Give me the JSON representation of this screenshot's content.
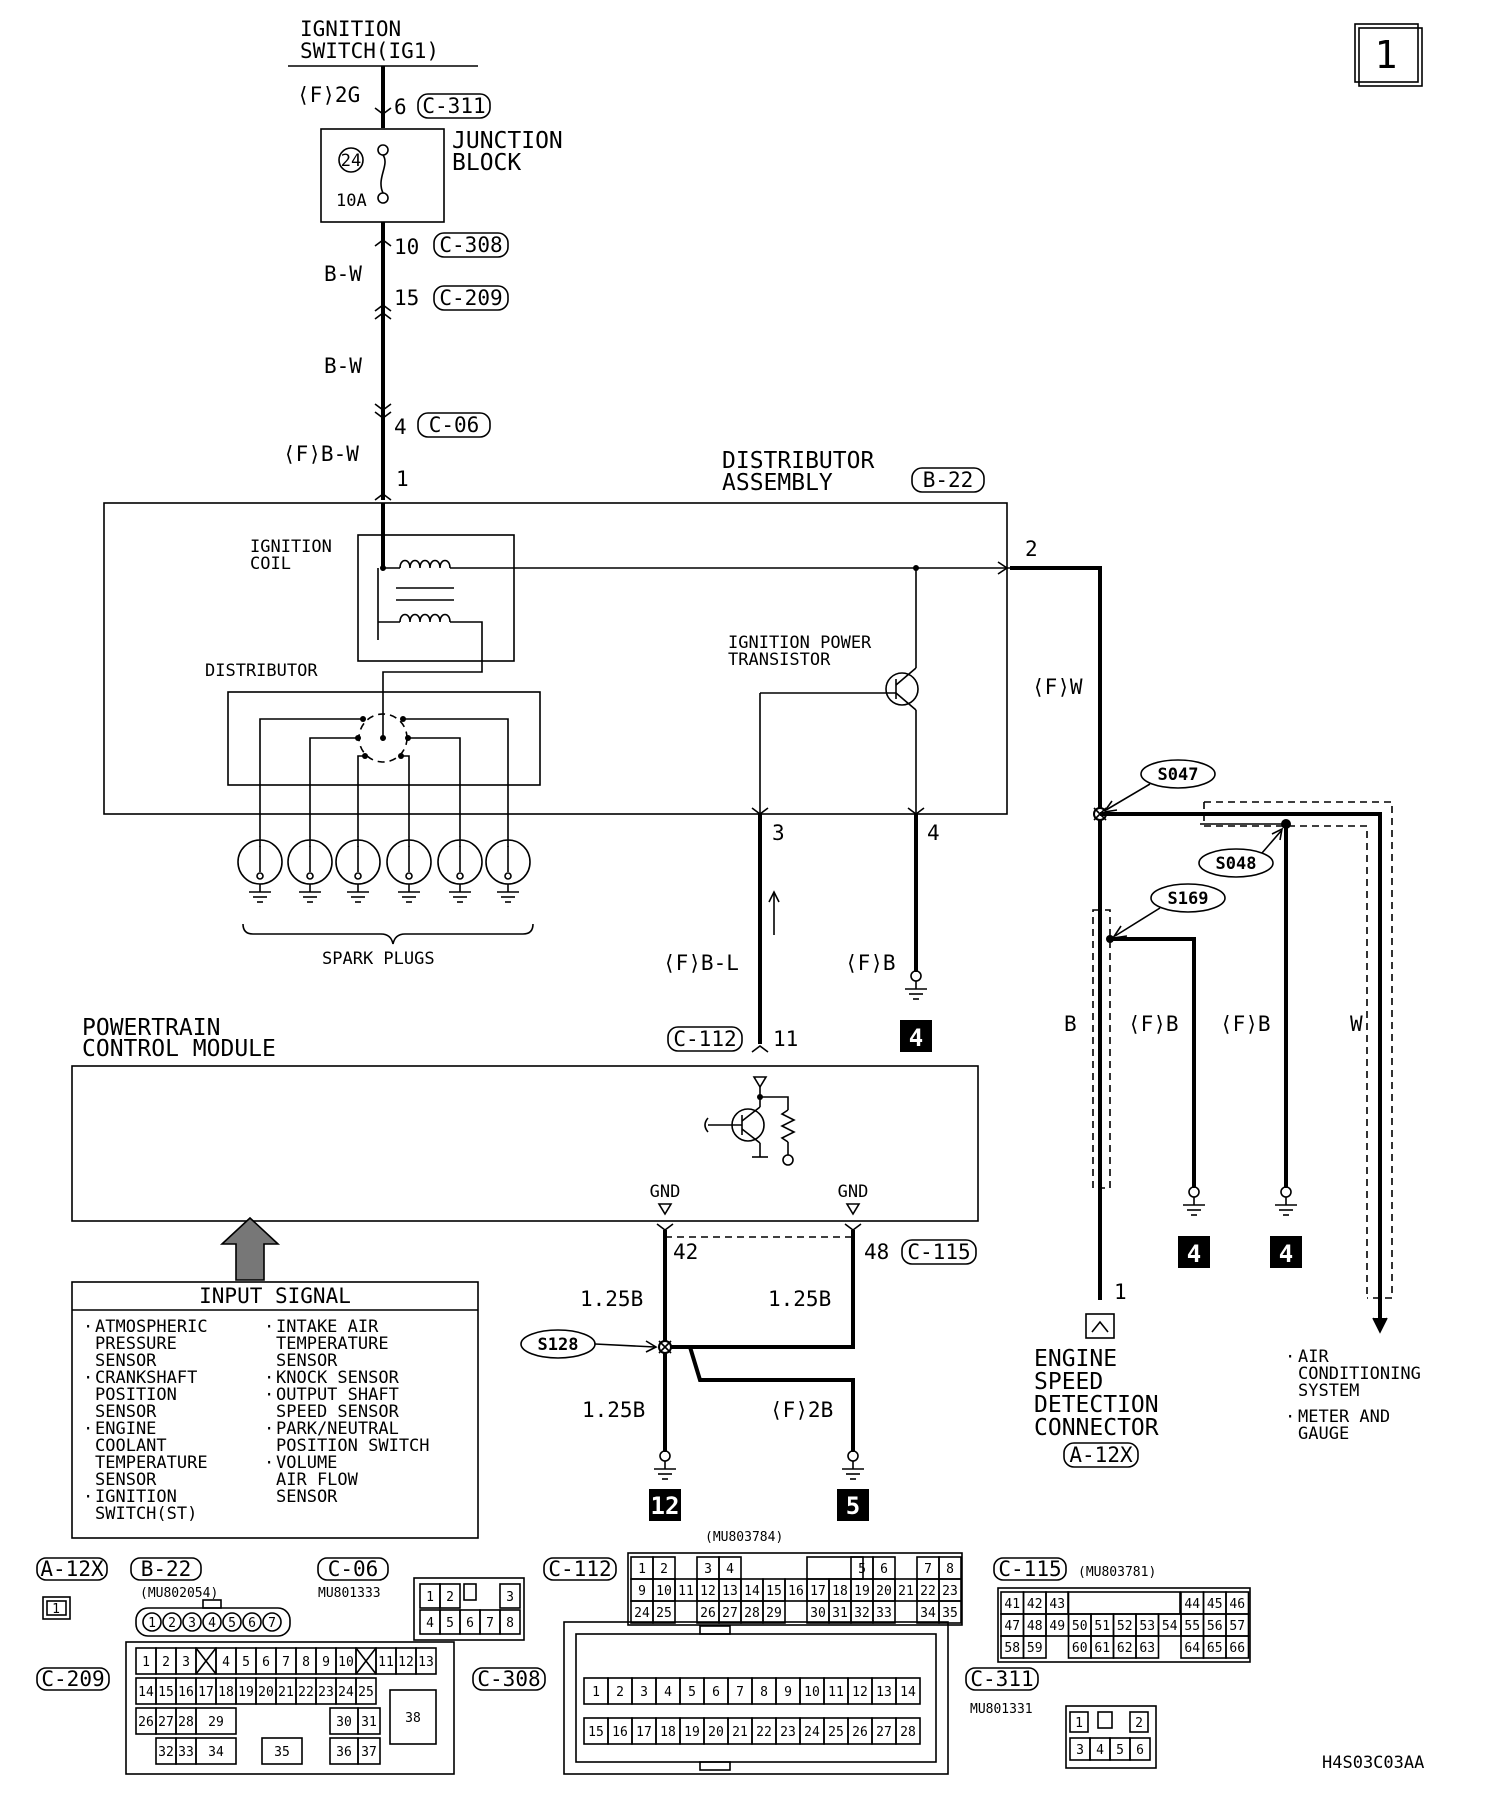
{
  "page_number": "1",
  "drawing_code": "H4S03C03AA",
  "ignition_switch": [
    "IGNITION",
    "SWITCH(IG1)"
  ],
  "junction_block": {
    "name": [
      "JUNCTION",
      "BLOCK"
    ],
    "fuse_no": "24",
    "fuse_rating": "10A"
  },
  "wire_labels": {
    "top_2g": "⟨F⟩2G",
    "bw1": "B-W",
    "bw2": "B-W",
    "fbw": "⟨F⟩B-W",
    "fw": "⟨F⟩W",
    "fbl": "⟨F⟩B-L",
    "fb_gnd": "⟨F⟩B",
    "b_shield": "B",
    "fb_s169": "⟨F⟩B",
    "fb_s048": "⟨F⟩B",
    "w_ac": "W",
    "g125_left": "1.25B",
    "g125_right": "1.25B",
    "g125_low": "1.25B",
    "f2b": "⟨F⟩2B"
  },
  "pin_numbers": {
    "p6": "6",
    "p10": "10",
    "p15": "15",
    "p4": "4",
    "p1": "1",
    "dist_2": "2",
    "dist_3": "3",
    "dist_4": "4",
    "pcm_11": "11",
    "pcm_42": "42",
    "pcm_48": "48",
    "conn_1": "1"
  },
  "connectors": {
    "c311": "C-311",
    "c308": "C-308",
    "c209": "C-209",
    "c06": "C-06",
    "b22": "B-22",
    "c112": "C-112",
    "c115": "C-115",
    "a12x": "A-12X"
  },
  "distributor_assembly": [
    "DISTRIBUTOR",
    "ASSEMBLY"
  ],
  "ignition_coil": [
    "IGNITION",
    "COIL"
  ],
  "distributor": "DISTRIBUTOR",
  "ignition_power_transistor": [
    "IGNITION POWER",
    "TRANSISTOR"
  ],
  "spark_plugs": "SPARK PLUGS",
  "pcm": [
    "POWERTRAIN",
    "CONTROL MODULE"
  ],
  "gnd_left": "GND",
  "gnd_right": "GND",
  "splices": {
    "s047": "S047",
    "s048": "S048",
    "s169": "S169",
    "s128": "S128"
  },
  "ground_refs": {
    "g4a": "4",
    "g4b": "4",
    "g4c": "4",
    "g12": "12",
    "g5": "5"
  },
  "engine_speed_connector": [
    "ENGINE",
    "SPEED",
    "DETECTION",
    "CONNECTOR"
  ],
  "ac_destinations": [
    [
      "AIR",
      "CONDITIONING",
      "SYSTEM"
    ],
    [
      "METER AND",
      "GAUGE"
    ]
  ],
  "input_signal": {
    "title": "INPUT SIGNAL",
    "col1": [
      [
        "ATMOSPHERIC",
        "PRESSURE",
        "SENSOR"
      ],
      [
        "CRANKSHAFT",
        "POSITION",
        "SENSOR"
      ],
      [
        "ENGINE",
        "COOLANT",
        "TEMPERATURE",
        "SENSOR"
      ],
      [
        "IGNITION",
        "SWITCH(ST)"
      ]
    ],
    "col2": [
      [
        "INTAKE AIR",
        "TEMPERATURE",
        "SENSOR"
      ],
      [
        "KNOCK SENSOR"
      ],
      [
        "OUTPUT SHAFT",
        "SPEED SENSOR"
      ],
      [
        "PARK/NEUTRAL",
        "POSITION SWITCH"
      ],
      [
        "VOLUME",
        "AIR FLOW",
        "SENSOR"
      ]
    ]
  },
  "connector_views": {
    "a12x": {
      "label": "A-12X",
      "pins": [
        "1"
      ]
    },
    "b22": {
      "label": "B-22",
      "part": "(MU802054)",
      "pins": [
        "1",
        "2",
        "3",
        "4",
        "5",
        "6",
        "7"
      ]
    },
    "c06": {
      "label": "C-06",
      "part": "MU801333",
      "pins": [
        "1",
        "2",
        "3",
        "4",
        "5",
        "6",
        "7",
        "8"
      ]
    },
    "c112": {
      "label": "C-112",
      "part": "(MU803784)",
      "row1": [
        "1",
        "2",
        "",
        "3",
        "4",
        "",
        "",
        "",
        "",
        "",
        "5",
        "6",
        "",
        "7",
        "8"
      ],
      "row2": [
        "9",
        "10",
        "11",
        "12",
        "13",
        "14",
        "15",
        "16",
        "17",
        "18",
        "19",
        "20",
        "21",
        "22",
        "23"
      ],
      "row3": [
        "24",
        "25",
        "",
        "26",
        "27",
        "28",
        "29",
        "",
        "30",
        "31",
        "32",
        "33",
        "",
        "34",
        "35"
      ]
    },
    "c115": {
      "label": "C-115",
      "part": "(MU803781)",
      "row1": [
        "41",
        "42",
        "43",
        "",
        "",
        "",
        "",
        "",
        "44",
        "45",
        "46"
      ],
      "row2": [
        "47",
        "48",
        "49",
        "50",
        "51",
        "52",
        "53",
        "54",
        "55",
        "56",
        "57"
      ],
      "row3": [
        "58",
        "59",
        "",
        "60",
        "61",
        "62",
        "63",
        "",
        "64",
        "65",
        "66"
      ]
    },
    "c209": {
      "label": "C-209",
      "row1": [
        "1",
        "2",
        "3",
        "",
        "4",
        "5",
        "6",
        "7",
        "8",
        "9",
        "10",
        "",
        "11",
        "12",
        "13"
      ],
      "row2": [
        "14",
        "15",
        "16",
        "17",
        "18",
        "19",
        "20",
        "21",
        "22",
        "23",
        "24",
        "25"
      ],
      "row3": [
        "26",
        "27",
        "28",
        "29",
        "30",
        "31"
      ],
      "row4": [
        "32",
        "33",
        "34",
        "35",
        "36",
        "37"
      ],
      "big": "38"
    },
    "c308": {
      "label": "C-308",
      "row1": [
        "1",
        "2",
        "3",
        "4",
        "5",
        "6",
        "7",
        "8",
        "9",
        "10",
        "11",
        "12",
        "13",
        "14"
      ],
      "row2": [
        "15",
        "16",
        "17",
        "18",
        "19",
        "20",
        "21",
        "22",
        "23",
        "24",
        "25",
        "26",
        "27",
        "28"
      ]
    },
    "c311": {
      "label": "C-311",
      "part": "MU801331",
      "pins": [
        "1",
        "2",
        "3",
        "4",
        "5",
        "6"
      ]
    }
  }
}
